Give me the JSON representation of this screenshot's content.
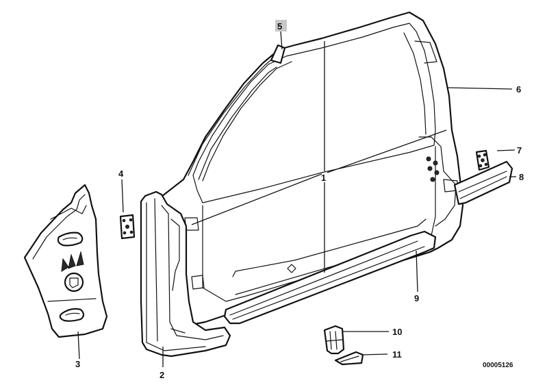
{
  "callouts": [
    "1",
    "2",
    "3",
    "4",
    "5",
    "6",
    "7",
    "8",
    "9",
    "10",
    "11"
  ],
  "drawing_code": "00005126",
  "highlighted_callout": "5"
}
